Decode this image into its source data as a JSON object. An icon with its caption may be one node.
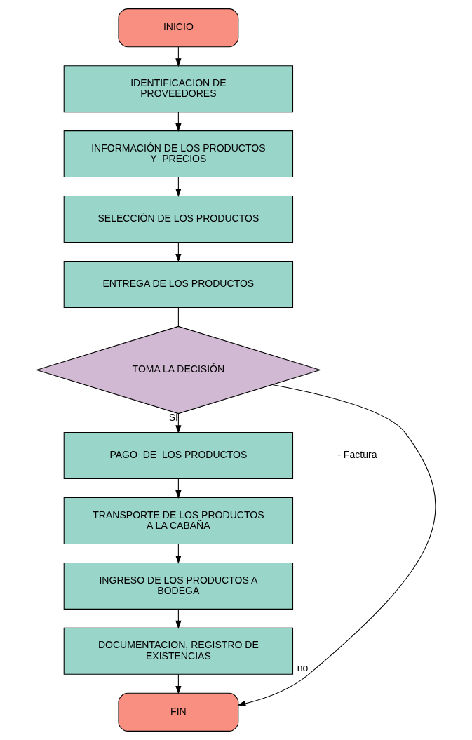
{
  "diagram": {
    "nodes": [
      {
        "text": [
          "INICIO"
        ]
      },
      {
        "text": [
          "IDENTIFICACION DE PROVEEDORES"
        ]
      },
      {
        "text": [
          "INFORMACIÓN DE LOS PRODUCTOS Y  PRECIOS"
        ]
      },
      {
        "text": [
          "SELECCIÓN DE LOS PRODUCTOS"
        ]
      },
      {
        "text": [
          "ENTREGA DE LOS PRODUCTOS"
        ]
      },
      {
        "text": [
          "TOMA LA DECISIÓN"
        ]
      },
      {
        "text": [
          "PAGO  DE  LOS PRODUCTOS"
        ]
      },
      {
        "text": [
          "TRANSPORTE DE LOS PRODUCTOS A LA CABAÑA"
        ]
      },
      {
        "text": [
          "INGRESO DE LOS PRODUCTOS A BODEGA"
        ]
      },
      {
        "text": [
          "DOCUMENTACION, REGISTRO DE EXISTENCIAS"
        ]
      },
      {
        "text": [
          "FIN"
        ]
      }
    ],
    "edges": [
      {
        "from": 0,
        "to": 1,
        "arrow": "to"
      },
      {
        "from": 1,
        "to": 2,
        "arrow": "to"
      },
      {
        "from": 2,
        "to": 3,
        "arrow": "to"
      },
      {
        "from": 3,
        "to": 4,
        "arrow": "to"
      },
      {
        "from": 4,
        "to": 5,
        "arrow": "none"
      },
      {
        "from": 5,
        "to": 6,
        "arrow": "to",
        "label": "Sí"
      },
      {
        "from": 6,
        "to": 7,
        "arrow": "to"
      },
      {
        "from": 7,
        "to": 8,
        "arrow": "to"
      },
      {
        "from": 8,
        "to": 9,
        "arrow": "to"
      },
      {
        "from": 9,
        "to": 10,
        "arrow": "to"
      },
      {
        "from": 5,
        "to": 10,
        "arrow": "to",
        "label": "no"
      }
    ],
    "labels": [
      "- Factura"
    ]
  }
}
